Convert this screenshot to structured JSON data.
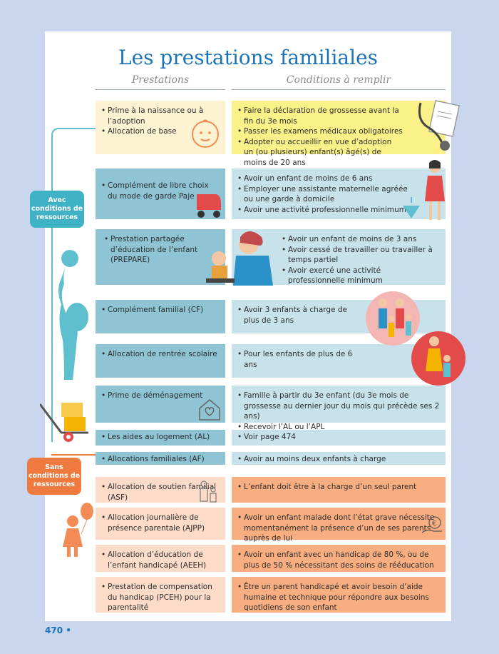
{
  "title": "Les prestations familiales",
  "headers": {
    "left": "Prestations",
    "right": "Conditions à remplir"
  },
  "callouts": {
    "with_resources": "Avec conditions de ressources",
    "without_resources": "Sans conditions de ressources"
  },
  "rows": [
    {
      "left": [
        "Prime à la naissance ou à l’adoption",
        "Allocation de base"
      ],
      "right": [
        "Faire la déclaration de grossesse avant la fin du 3e mois",
        "Passer les examens médicaux obligatoires",
        "Adopter ou accueillir en vue d’adoption un (ou plusieurs) enfant(s) âgé(s) de moins de 20 ans"
      ]
    },
    {
      "left": [
        "Complément de libre choix du mode de garde Paje"
      ],
      "right": [
        "Avoir un enfant de moins de 6 ans",
        "Employer une assistante maternelle agréée ou une garde à domicile",
        "Avoir une activité professionnelle minimum"
      ]
    },
    {
      "left": [
        "Prestation partagée d’éducation de l’enfant (PREPARE)"
      ],
      "right": [
        "Avoir un enfant de moins de 3 ans",
        "Avoir cessé de travailler ou travailler à temps partiel",
        "Avoir exercé une activité professionnelle minimum"
      ]
    },
    {
      "left": [
        "Complément familial (CF)"
      ],
      "right": [
        "Avoir 3 enfants à charge de plus de 3 ans"
      ]
    },
    {
      "left": [
        "Allocation de rentrée scolaire"
      ],
      "right": [
        "Pour les enfants de plus de 6 ans"
      ]
    },
    {
      "left": [
        "Prime de déménagement"
      ],
      "right": [
        "Famille à partir du 3e enfant (du 3e mois de grossesse au dernier jour du mois qui précède ses 2 ans)",
        "Recevoir l’AL ou l’APL"
      ]
    },
    {
      "left": [
        "Les aides au logement (AL)"
      ],
      "right": [
        "Voir page 474"
      ]
    },
    {
      "left": [
        "Allocations familiales (AF)"
      ],
      "right": [
        "Avoir au moins deux enfants à charge"
      ]
    },
    {
      "left": [
        "Allocation de soutien familial (ASF)"
      ],
      "right": [
        "L’enfant doit être à la charge d’un seul parent"
      ]
    },
    {
      "left": [
        "Allocation journalière de présence parentale (AJPP)"
      ],
      "right": [
        "Avoir un enfant malade dont l’état grave nécessite momentanément la présence d’un de ses parents auprès de lui"
      ]
    },
    {
      "left": [
        "Allocation d’éducation de l’enfant handicapé (AEEH)"
      ],
      "right": [
        "Avoir un enfant avec un handicap de 80 %, ou de plus de 50 % nécessitant des soins de rééducation"
      ]
    },
    {
      "left": [
        "Prestation de compensation du handicap (PCEH) pour la parentalité"
      ],
      "right": [
        "Être un parent handicapé et avoir besoin d’aide humaine et technique pour répondre aux besoins quotidiens de son enfant"
      ]
    }
  ],
  "page_number": "470 •"
}
